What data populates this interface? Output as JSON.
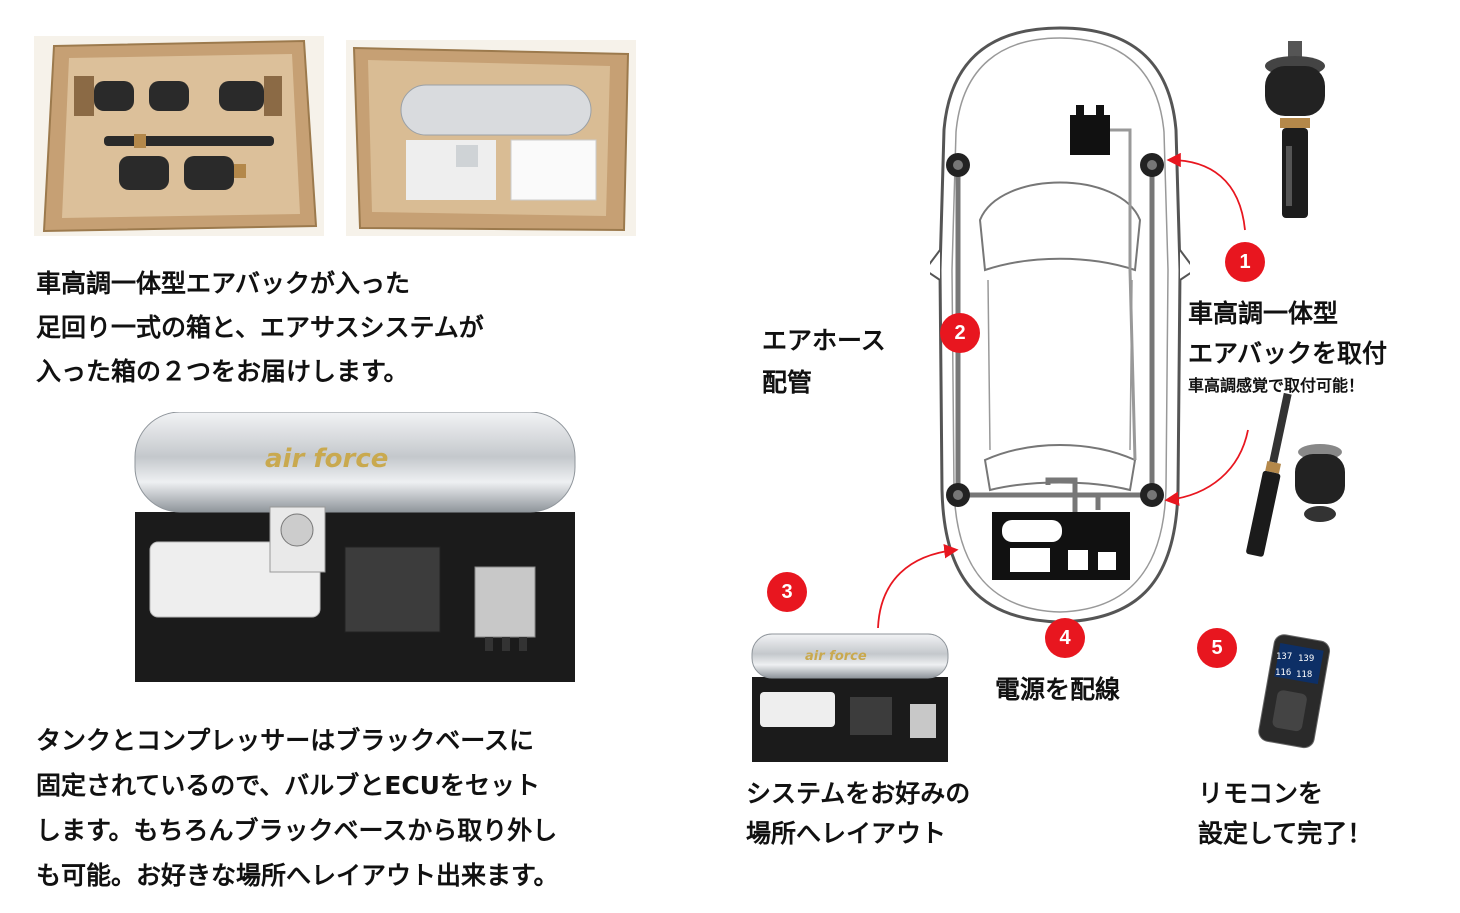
{
  "intro_text": {
    "line1": "車高調一体型エアバックが入った",
    "line2": "足回り一式の箱と、エアサスシステムが",
    "line3": "入った箱の２つをお届けします。"
  },
  "system_text": {
    "line1": "タンクとコンプレッサーはブラックベースに",
    "line2": "固定されているので、バルブとECUをセット",
    "line3": "します。もちろんブラックベースから取り外し",
    "line4": "も可能。お好きな場所へレイアウト出来ます。"
  },
  "steps": [
    {
      "number": "1",
      "title_line1": "車高調一体型",
      "title_line2": "エアバックを取付",
      "subtitle": "車高調感覚で取付可能！"
    },
    {
      "number": "2",
      "title_line1": "エアホース",
      "title_line2": "配管"
    },
    {
      "number": "3",
      "title_line1": "システムをお好みの",
      "title_line2": "場所へレイアウト"
    },
    {
      "number": "4",
      "title_line1": "電源を配線"
    },
    {
      "number": "5",
      "title_line1": "リモコンを",
      "title_line2": "設定して完了！"
    }
  ],
  "remote_display": {
    "v1": "137",
    "v2": "139",
    "v3": "116",
    "v4": "118"
  },
  "colors": {
    "accent_red": "#e8161f",
    "hose_gray": "#777777",
    "tank_silver": "#d9dbde",
    "base_black": "#1b1b1b"
  }
}
